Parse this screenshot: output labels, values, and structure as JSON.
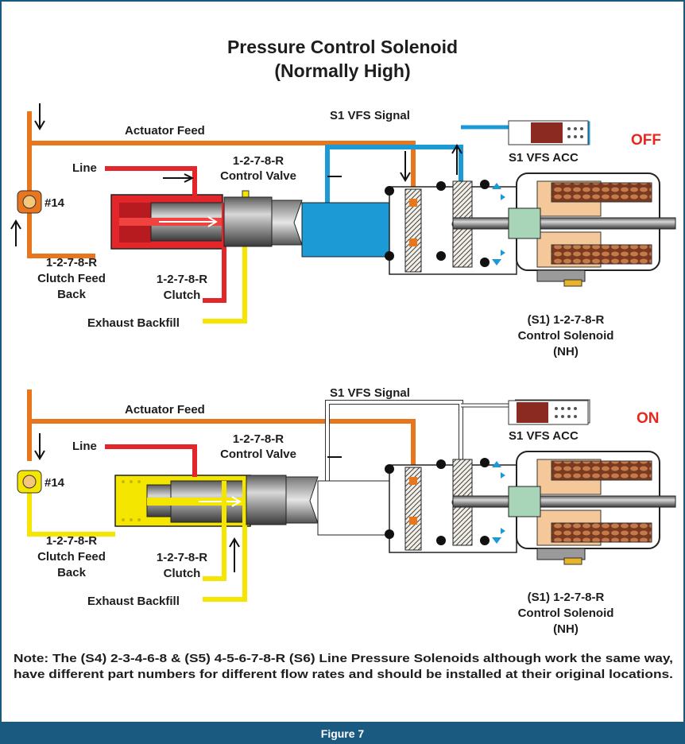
{
  "title": "Pressure Control Solenoid",
  "subtitle": "(Normally High)",
  "panels": [
    {
      "state": "OFF",
      "labels": {
        "s1_vfs_signal": "S1 VFS Signal",
        "actuator_feed": "Actuator Feed",
        "line": "Line",
        "control_valve_1": "1-2-7-8-R",
        "control_valve_2": "Control Valve",
        "s1_vfs_acc": "S1 VFS ACC",
        "check_ball": "#14",
        "clutch_feed_back_1": "1-2-7-8-R",
        "clutch_feed_back_2": "Clutch Feed",
        "clutch_feed_back_3": "Back",
        "clutch_1": "1-2-7-8-R",
        "clutch_2": "Clutch",
        "exhaust_backfill": "Exhaust Backfill",
        "solenoid_1": "(S1) 1-2-7-8-R",
        "solenoid_2": "Control Solenoid",
        "solenoid_3": "(NH)"
      }
    },
    {
      "state": "ON",
      "labels": {
        "s1_vfs_signal": "S1 VFS Signal",
        "actuator_feed": "Actuator Feed",
        "line": "Line",
        "control_valve_1": "1-2-7-8-R",
        "control_valve_2": "Control Valve",
        "s1_vfs_acc": "S1 VFS ACC",
        "check_ball": "#14",
        "clutch_feed_back_1": "1-2-7-8-R",
        "clutch_feed_back_2": "Clutch Feed",
        "clutch_feed_back_3": "Back",
        "clutch_1": "1-2-7-8-R",
        "clutch_2": "Clutch",
        "exhaust_backfill": "Exhaust Backfill",
        "solenoid_1": "(S1) 1-2-7-8-R",
        "solenoid_2": "Control Solenoid",
        "solenoid_3": "(NH)"
      }
    }
  ],
  "note_line1": "Note: The (S4) 2-3-4-6-8 & (S5) 4-5-6-7-8-R (S6) Line Pressure Solenoids although work the same way,",
  "note_line2": "have different part numbers for different flow rates and should be installed at their original locations.",
  "caption": "Figure 7",
  "colors": {
    "orange": "#e8761e",
    "red": "#e2262a",
    "yellow": "#f5e600",
    "blue": "#1b9ad6",
    "dark_red": "#8a1f1f",
    "brand_blue": "#1a5a80",
    "state_red": "#e8271f"
  }
}
